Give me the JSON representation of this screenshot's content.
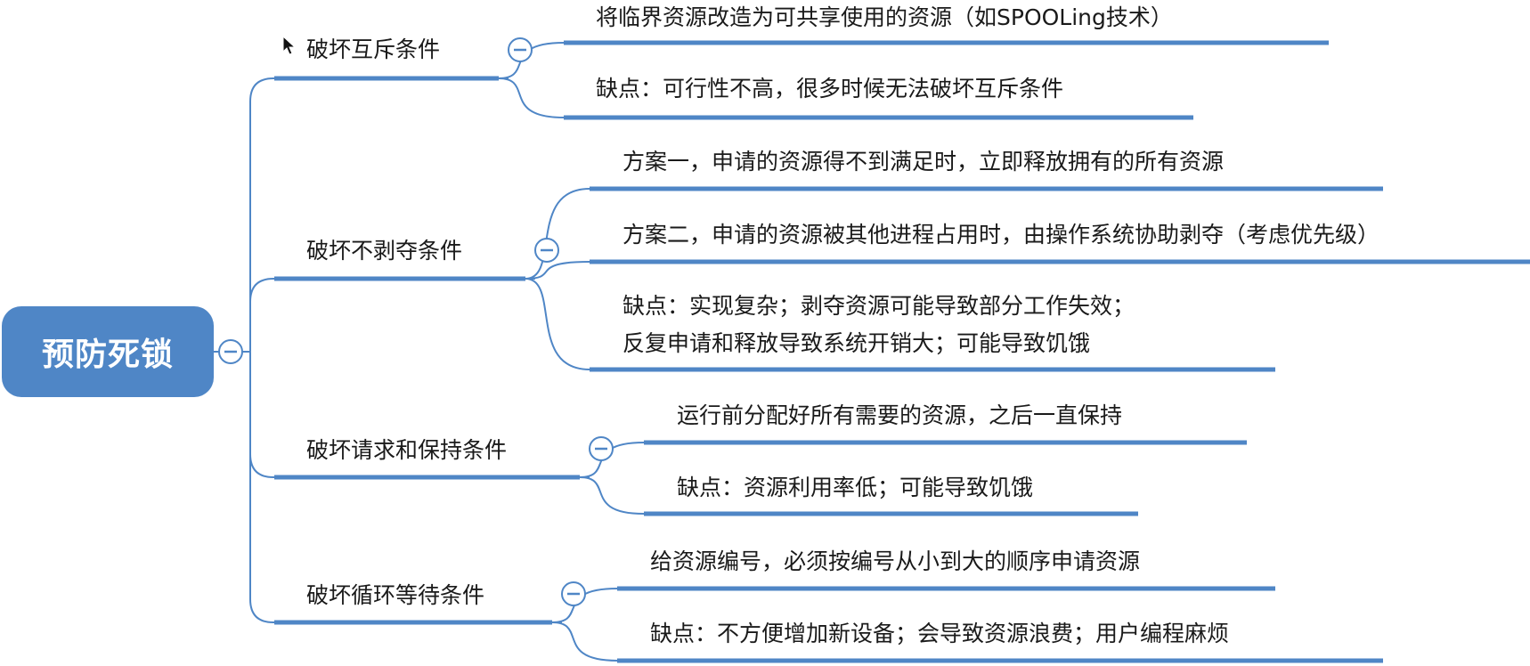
{
  "root": {
    "label": "预防死锁"
  },
  "branches": [
    {
      "label": "破坏互斥条件",
      "leaves": [
        "将临界资源改造为可共享使用的资源（如SPOOLing技术）",
        "缺点：可行性不高，很多时候无法破坏互斥条件"
      ]
    },
    {
      "label": "破坏不剥夺条件",
      "leaves": [
        "方案一，申请的资源得不到满足时，立即释放拥有的所有资源",
        "方案二，申请的资源被其他进程占用时，由操作系统协助剥夺（考虑优先级）",
        "缺点：实现复杂；剥夺资源可能导致部分工作失效；",
        "反复申请和释放导致系统开销大；可能导致饥饿"
      ]
    },
    {
      "label": "破坏请求和保持条件",
      "leaves": [
        "运行前分配好所有需要的资源，之后一直保持",
        "缺点：资源利用率低；可能导致饥饿"
      ]
    },
    {
      "label": "破坏循环等待条件",
      "leaves": [
        "给资源编号，必须按编号从小到大的顺序申请资源",
        "缺点：不方便增加新设备；会导致资源浪费；用户编程麻烦"
      ]
    }
  ],
  "colors": {
    "line": "#4f86c6",
    "root_fill": "#4f86c6",
    "root_text": "#ffffff",
    "text": "#1a1a1a",
    "collapse_icon": "#4f86c6"
  },
  "icons": {
    "collapse": "collapse-minus-icon",
    "cursor": "mouse-pointer-icon"
  }
}
